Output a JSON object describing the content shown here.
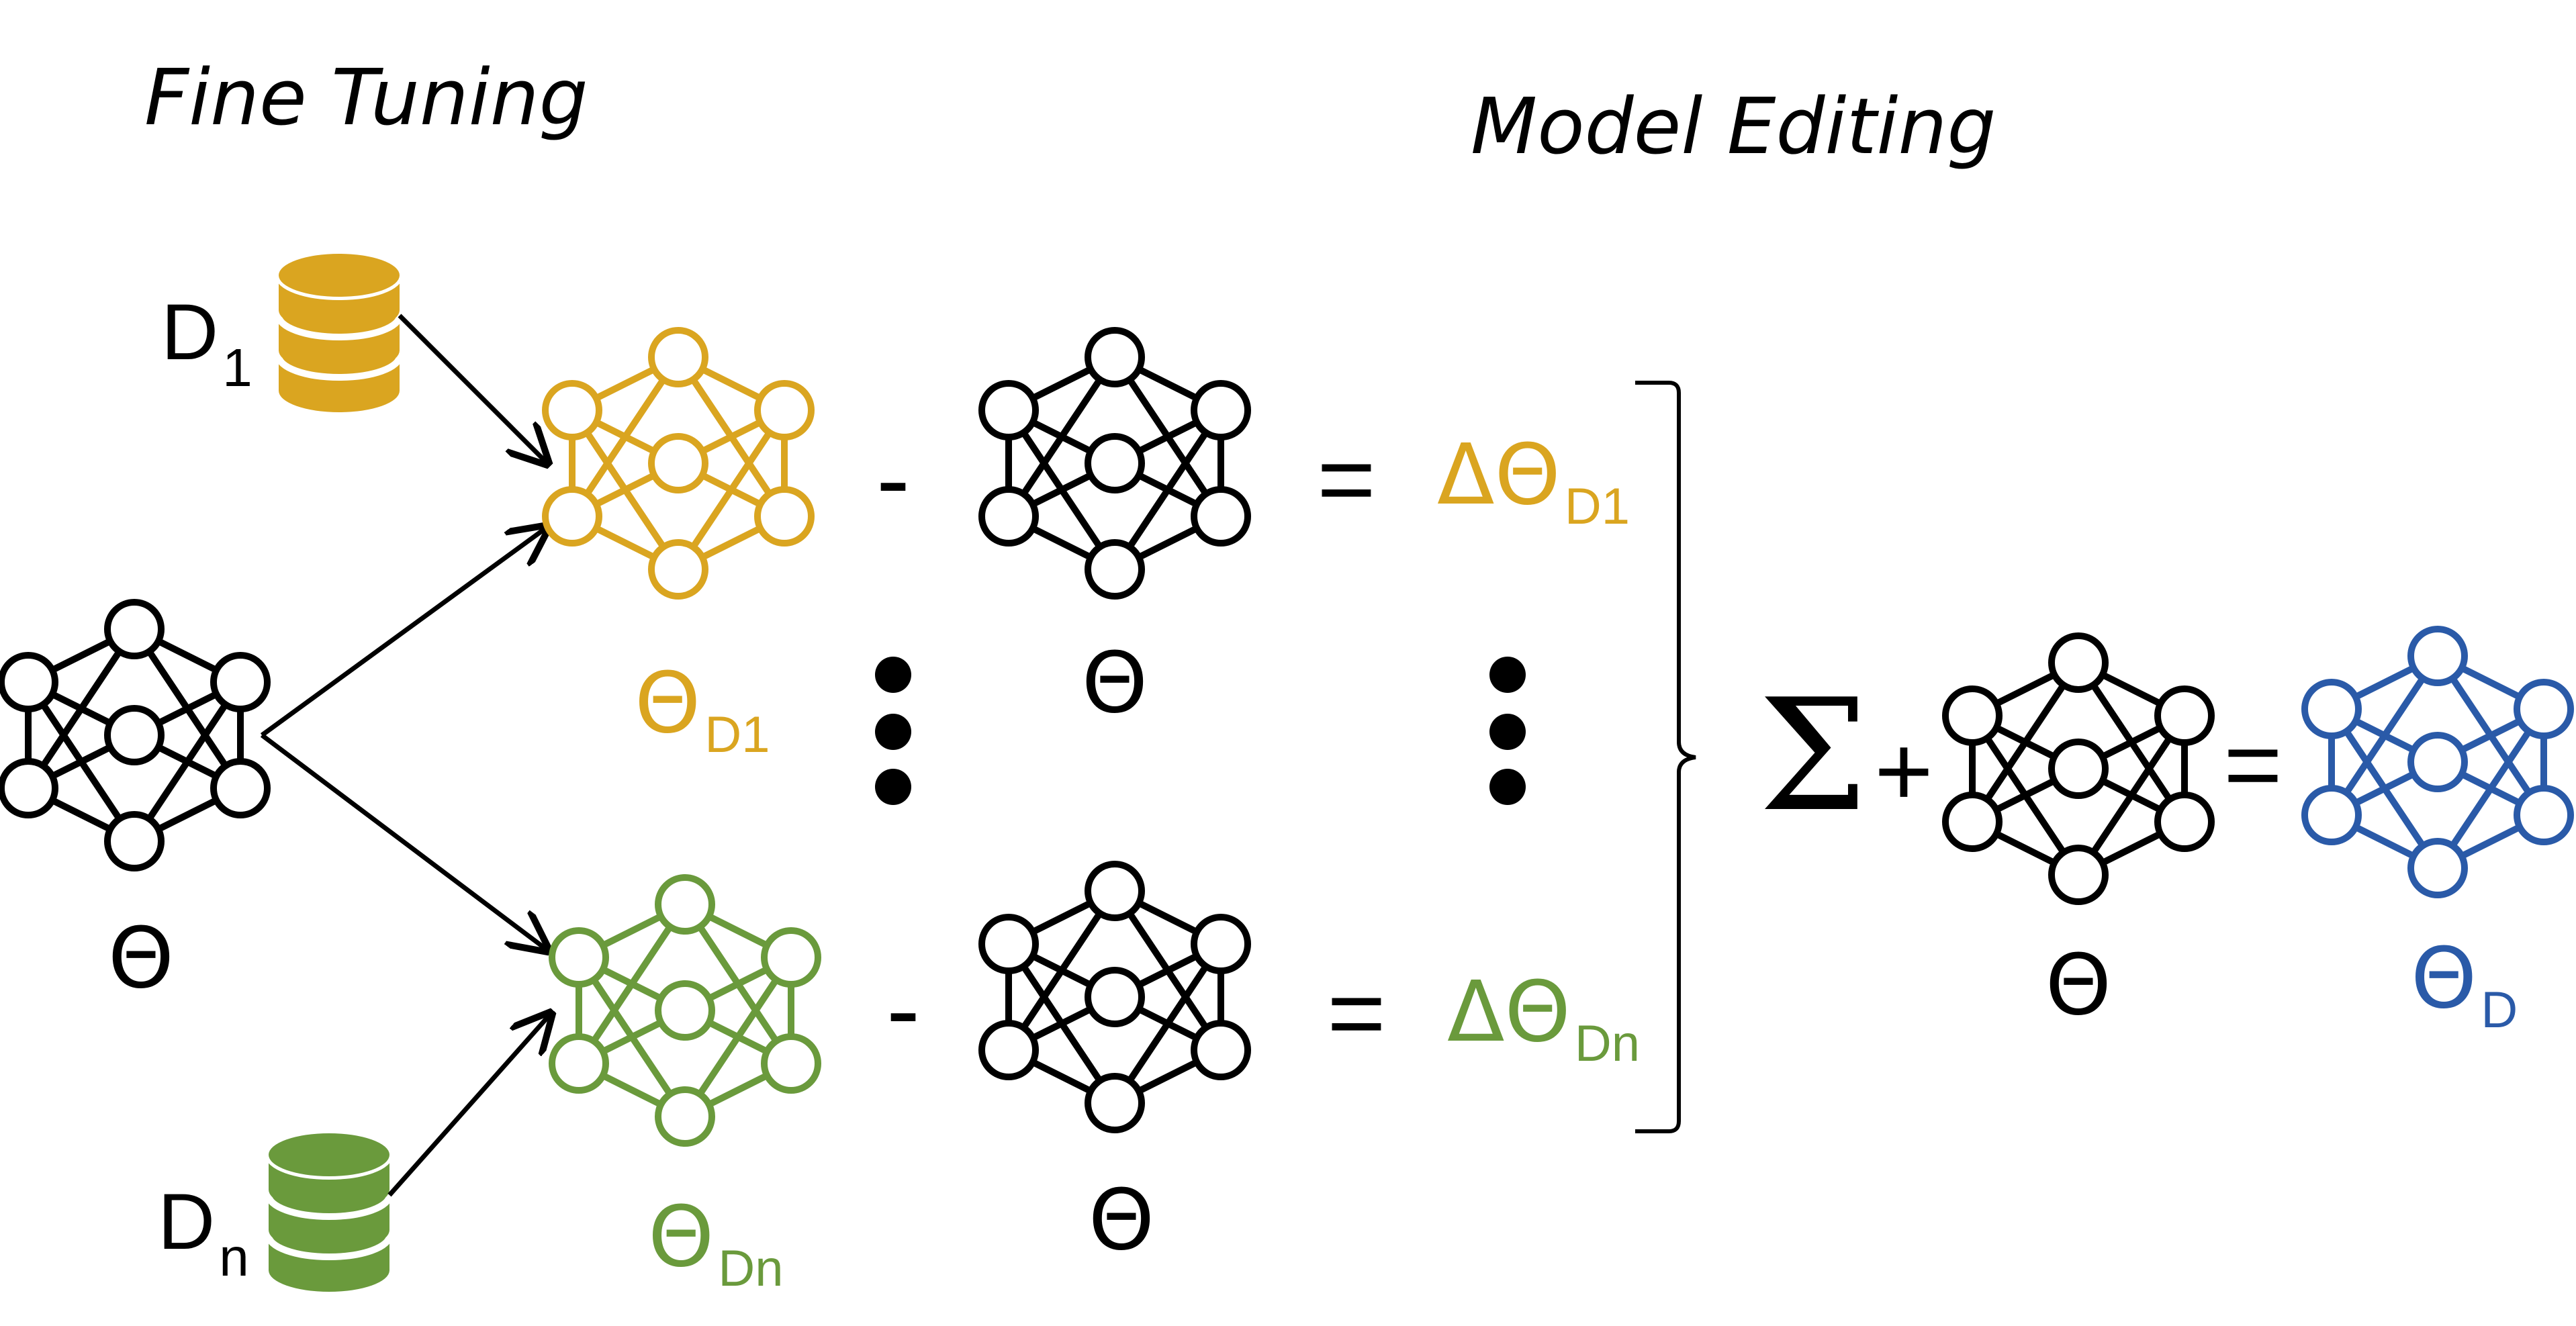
{
  "headings": {
    "fine_tuning": "Fine Tuning",
    "model_editing": "Model Editing"
  },
  "symbols": {
    "theta": "Θ",
    "delta_theta": "ΔΘ",
    "sigma": "Σ",
    "minus": "-",
    "equals": "=",
    "plus": "+"
  },
  "datasets": {
    "d1": {
      "letter": "D",
      "sub": "1"
    },
    "dn": {
      "letter": "D",
      "sub": "n"
    }
  },
  "subscripts": {
    "d1": "D1",
    "dn": "Dn",
    "d": "D"
  },
  "colors": {
    "black": "#000000",
    "gold": "#DAA520",
    "green": "#6A9A3C",
    "blue": "#2A5AA8"
  }
}
